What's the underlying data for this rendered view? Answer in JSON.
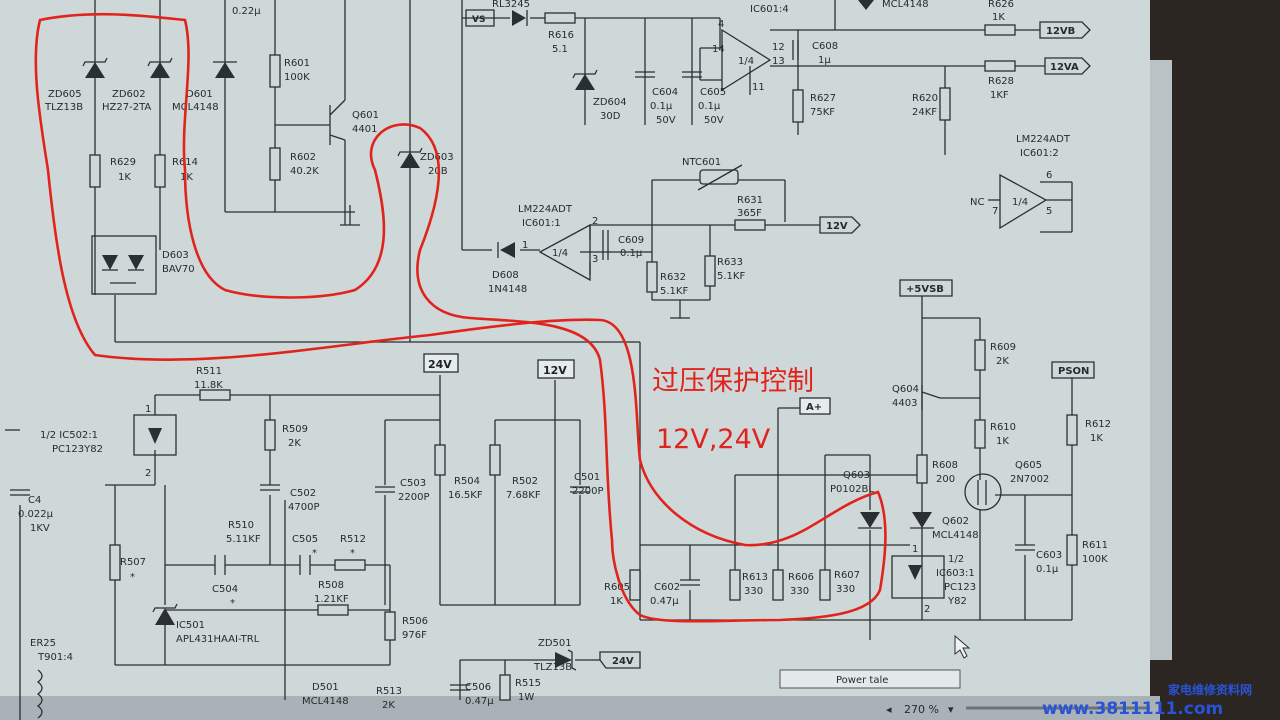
{
  "labels": {
    "zd605": "ZD605",
    "tlz13b": "TLZ13B",
    "zd602": "ZD602",
    "hz27": "HZ27-2TA",
    "d601": "D601",
    "mcl4148": "MCL4148",
    "cap_top": "0.22μ",
    "r601": "R601",
    "r601v": "100K",
    "q601": "Q601",
    "q601v": "4401",
    "r602": "R602",
    "r602v": "40.2K",
    "r629": "R629",
    "r629v": "1K",
    "r614": "R614",
    "r614v": "1K",
    "d603": "D603",
    "bav70": "BAV70",
    "zd603": "ZD603",
    "zd603v": "20B",
    "rl3245": "RL3245",
    "vs": "VS",
    "r616": "R616",
    "r616v": "5.1",
    "zd604": "ZD604",
    "zd604v": "30D",
    "c604": "C604",
    "c604v": "0.1μ",
    "c604u": "50V",
    "c605": "C605",
    "c605v": "0.1μ",
    "c605u": "50V",
    "ic601_4": "IC601:4",
    "mcl4148_b": "MCL4148",
    "pin14": "14",
    "pin12": "12",
    "pin13": "13",
    "pin11": "11",
    "pin4": "4",
    "quarter": "1/4",
    "c608": "C608",
    "c608v": "1μ",
    "r627": "R627",
    "r627v": "75KF",
    "r626": "R626",
    "r626v": "1K",
    "r628": "R628",
    "r628v": "1KF",
    "r620": "R620",
    "r620v": "24KF",
    "net_12vb": "12VB",
    "net_12va": "12VA",
    "lm224_a": "LM224ADT",
    "ic601_2": "IC601:2",
    "nc": "NC",
    "pin7": "7",
    "pin6": "6",
    "pin5": "5",
    "ntc601": "NTC601",
    "r631": "R631",
    "r631v": "365F",
    "net_12v": "12V",
    "lm224_b": "LM224ADT",
    "ic601_1": "IC601:1",
    "c609": "C609",
    "c609v": "0.1μ",
    "pin2": "2",
    "pin3": "3",
    "pin1": "1",
    "d608": "D608",
    "d608v": "1N4148",
    "r632": "R632",
    "r632v": "5.1KF",
    "r633": "R633",
    "r633v": "5.1KF",
    "net_5vsb": "+5VSB",
    "r609": "R609",
    "r609v": "2K",
    "q604": "Q604",
    "q604v": "4403",
    "r610": "R610",
    "r610v": "1K",
    "pson": "PSON",
    "r612": "R612",
    "r612v": "1K",
    "a_plus": "A+",
    "q603": "Q603",
    "q603v": "P0102BL",
    "r608": "R608",
    "r608v": "200",
    "q605": "Q605",
    "q605v": "2N7002",
    "q602": "Q602",
    "q602v": "MCL4148",
    "ic603_a": "1/2",
    "ic603_b": "IC603:1",
    "ic603_c": "PC123",
    "ic603_d": "Y82",
    "c603": "C603",
    "c603v": "0.1μ",
    "r611": "R611",
    "r611v": "100K",
    "r605": "R605",
    "r605v": "1K",
    "c602": "C602",
    "c602v": "0.47μ",
    "r613": "R613",
    "r613v": "330",
    "r606": "R606",
    "r606v": "330",
    "r607": "R607",
    "r607v": "330",
    "net_24v": "24V",
    "net_12v_box": "12V",
    "r511": "R511",
    "r511v": "11.8K",
    "ic502_a": "1/2 IC502:1",
    "ic502_b": "PC123Y82",
    "r509": "R509",
    "r509v": "2K",
    "c502": "C502",
    "c502v": "4700P",
    "c503": "C503",
    "c503v": "2200P",
    "r504": "R504",
    "r504v": "16.5KF",
    "r502": "R502",
    "r502v": "7.68KF",
    "c501": "C501",
    "c501v": "2200P",
    "r510": "R510",
    "r510v": "5.11KF",
    "c505": "C505",
    "r512": "R512",
    "c504": "C504",
    "r508": "R508",
    "r508v": "1.21KF",
    "r507": "R507",
    "ic501": "IC501",
    "ic501v": "APL431HAAI-TRL",
    "r506": "R506",
    "r506v": "976F",
    "zd501": "ZD501",
    "zd501v": "TLZ13B",
    "net_24v_b": "24V",
    "c4": "C4",
    "c4v": "0.022μ",
    "c4u": "1KV",
    "er25": "ER25",
    "t901": "T901:4",
    "d501": "D501",
    "d501v": "MCL4148",
    "r513": "R513",
    "r513v": "2K",
    "c506": "C506",
    "c506v": "0.47μ",
    "r515": "R515",
    "r515v": "1W",
    "pin_1": "1",
    "pin_2": "2",
    "star": "*"
  },
  "annotation": {
    "title": "过压保护控制",
    "subtitle": "12V,24V"
  },
  "statusbar": {
    "tab": "Power tale",
    "zoom": "270 %"
  },
  "watermark": {
    "url": "www.3811111.com",
    "cn": "家电维修资料网"
  },
  "colors": {
    "annotation": "#e0241d",
    "paper": "#cfd8d9",
    "ink": "#2a2f33"
  }
}
